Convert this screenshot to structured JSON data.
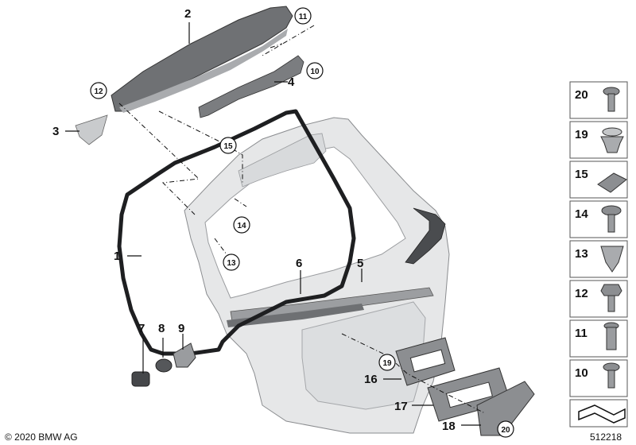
{
  "callouts": {
    "c1": "1",
    "c2": "2",
    "c3": "3",
    "c4": "4",
    "c5": "5",
    "c6": "6",
    "c7": "7",
    "c8": "8",
    "c9": "9",
    "c10": "10",
    "c11": "11",
    "c12": "12",
    "c13": "13",
    "c14": "14",
    "c15": "15",
    "c16": "16",
    "c17": "17",
    "c18": "18",
    "c19": "19",
    "c20": "20"
  },
  "legend": [
    "20",
    "19",
    "15",
    "14",
    "13",
    "12",
    "11",
    "10"
  ],
  "copyright": "© 2020 BMW AG",
  "diagram_id": "512218"
}
